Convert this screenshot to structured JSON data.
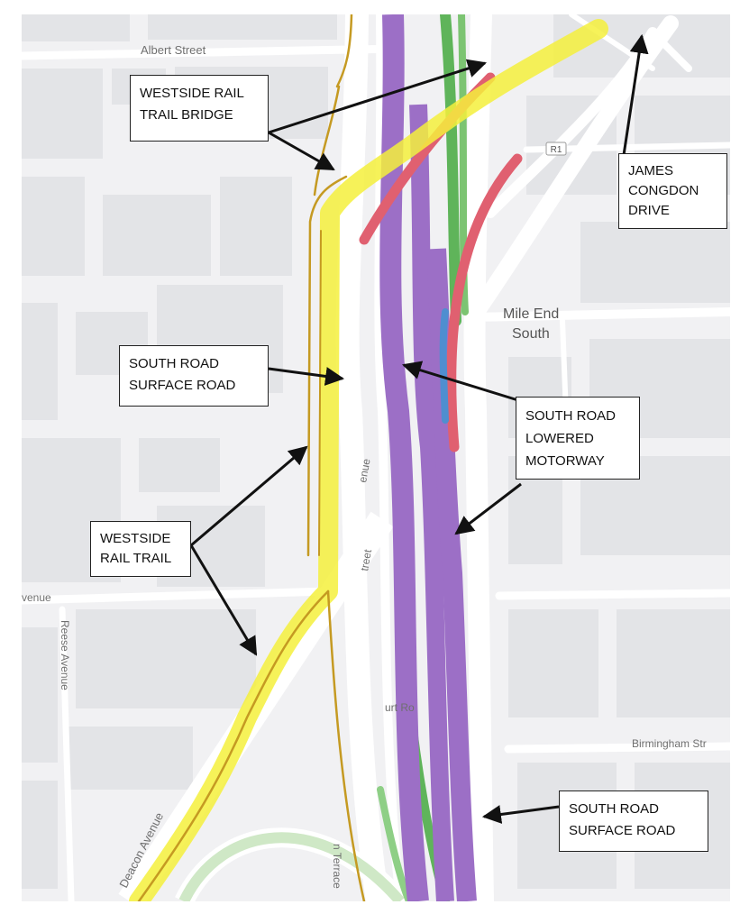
{
  "streets": {
    "albert": "Albert Street",
    "mile_end_1": "Mile End",
    "mile_end_2": "South",
    "avenue_left": "venue",
    "reese": "Reese Avenue",
    "birmingham": "Birmingham Str",
    "deacon": "Deacon Avenue",
    "marion_fragment": "enue",
    "street_fragment": "treet",
    "court_fragment": "urt Ro",
    "terrace_fragment": "n Terrace",
    "route_badge": "R1"
  },
  "callouts": {
    "bridge": [
      "WESTSIDE RAIL",
      "TRAIL BRIDGE"
    ],
    "james": [
      "JAMES",
      "CONGDON",
      "DRIVE"
    ],
    "surface_north": [
      "SOUTH ROAD",
      "SURFACE ROAD"
    ],
    "lowered": [
      "SOUTH ROAD",
      "LOWERED",
      "MOTORWAY"
    ],
    "rail_trail": [
      "WESTSIDE",
      "RAIL TRAIL"
    ],
    "surface_south": [
      "SOUTH ROAD",
      "SURFACE ROAD"
    ]
  },
  "colors": {
    "background": "#f1f1f3",
    "block": "#e3e4e7",
    "road": "#ffffff",
    "trail_highlight": "#f4f03c",
    "trail_line": "#c59a22",
    "motorway": "#9c6fc6",
    "green_ramp": "#5fb45a",
    "red_ramp": "#e06070",
    "blue_ramp": "#4f8ed0"
  }
}
